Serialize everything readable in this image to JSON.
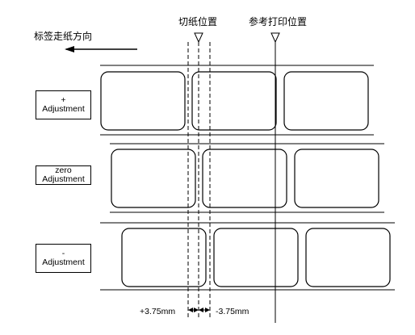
{
  "direction_label": "标签走纸方向",
  "cut_position_label": "切纸位置",
  "print_position_label": "参考打印位置",
  "rows": [
    {
      "sign": "+",
      "label": "Adjustment"
    },
    {
      "sign": "zero",
      "label": "Adjustment"
    },
    {
      "sign": "-",
      "label": "Adjustment"
    }
  ],
  "offset_plus": "+3.75mm",
  "offset_minus": "-3.75mm"
}
